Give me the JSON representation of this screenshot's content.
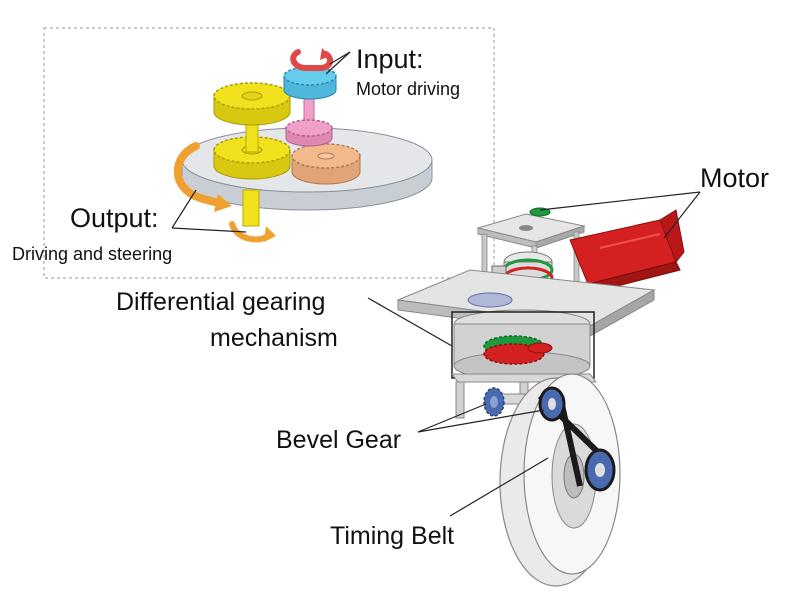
{
  "labels": {
    "input_title": "Input:",
    "input_sub": "Motor driving",
    "output_title": "Output:",
    "output_sub": "Driving and steering",
    "motor": "Motor",
    "differential_line1": "Differential gearing",
    "differential_line2": "mechanism",
    "bevel_gear": "Bevel Gear",
    "timing_belt": "Timing Belt"
  },
  "colors": {
    "gear_yellow": "#f2e21e",
    "gear_cyan": "#66ccee",
    "gear_pink": "#f0a0c8",
    "gear_peach": "#f2b98c",
    "arrow_orange": "#f0a030",
    "arrow_red": "#e04848",
    "motor_red": "#d42020",
    "gear_green": "#1e9a3c",
    "belt_black": "#1a1a1a",
    "bevel_blue": "#4a6ab0",
    "frame_gray": "#cfcfcf"
  }
}
